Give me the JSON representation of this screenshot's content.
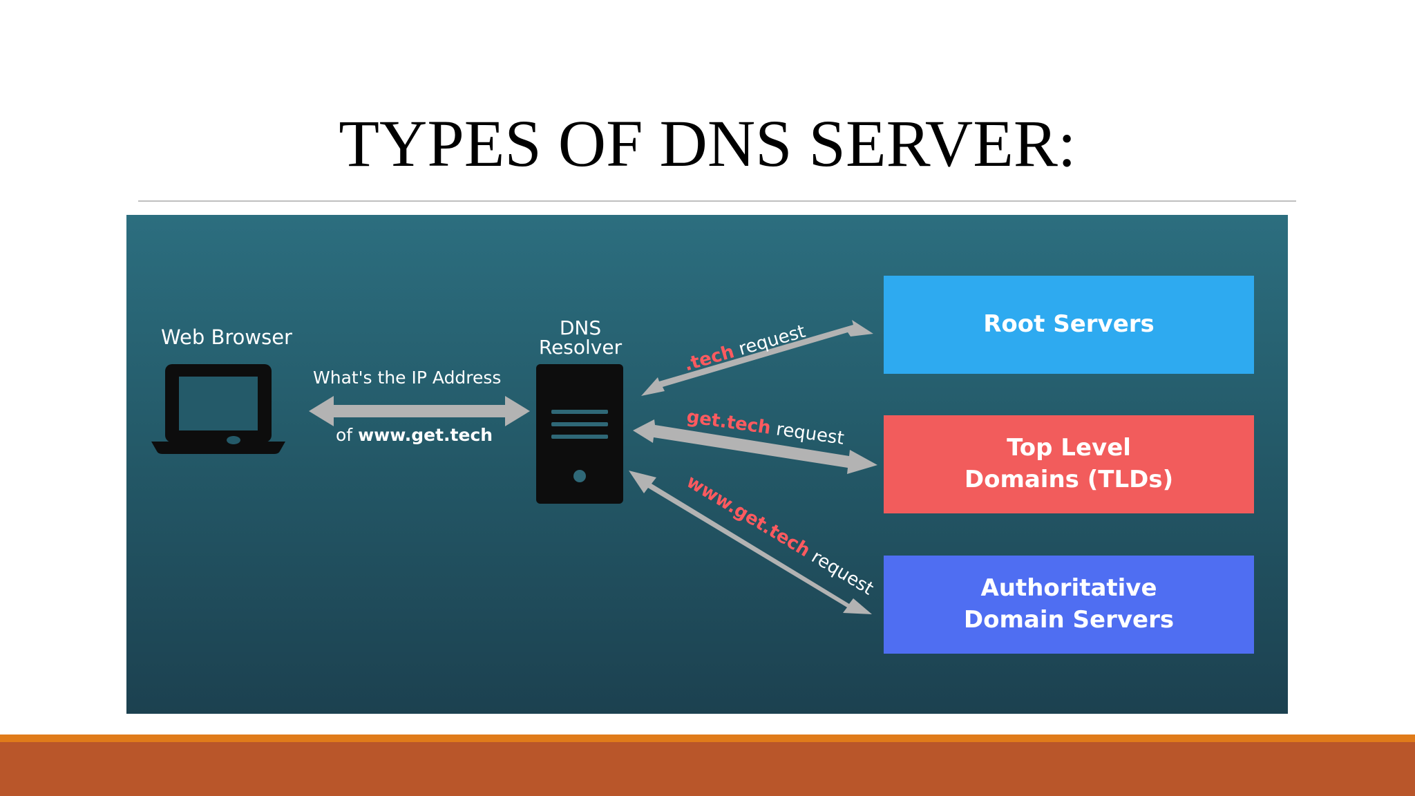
{
  "slide": {
    "title": "TYPES OF DNS SERVER:"
  },
  "diagram": {
    "browser_label": "Web Browser",
    "resolver_label_line1": "DNS",
    "resolver_label_line2": "Resolver",
    "query_line1": "What's the IP Address",
    "query_prefix": "of",
    "query_domain": "www.get.tech",
    "servers": [
      {
        "line1": "Root Servers",
        "line2": "",
        "color": "#2eaaf0"
      },
      {
        "line1": "Top Level",
        "line2": "Domains (TLDs)",
        "color": "#f25c5c"
      },
      {
        "line1": "Authoritative",
        "line2": "Domain Servers",
        "color": "#4f6ef2"
      }
    ],
    "requests": [
      {
        "highlight": ".tech",
        "suffix": "request"
      },
      {
        "highlight": "get.tech",
        "suffix": "request"
      },
      {
        "highlight": "www.get.tech",
        "suffix": "request"
      }
    ],
    "colors": {
      "arrow": "#b3b3b3",
      "highlight": "#ff5a5f",
      "device": "#0d0d0d"
    }
  },
  "icons": [
    "laptop-icon",
    "server-icon"
  ]
}
